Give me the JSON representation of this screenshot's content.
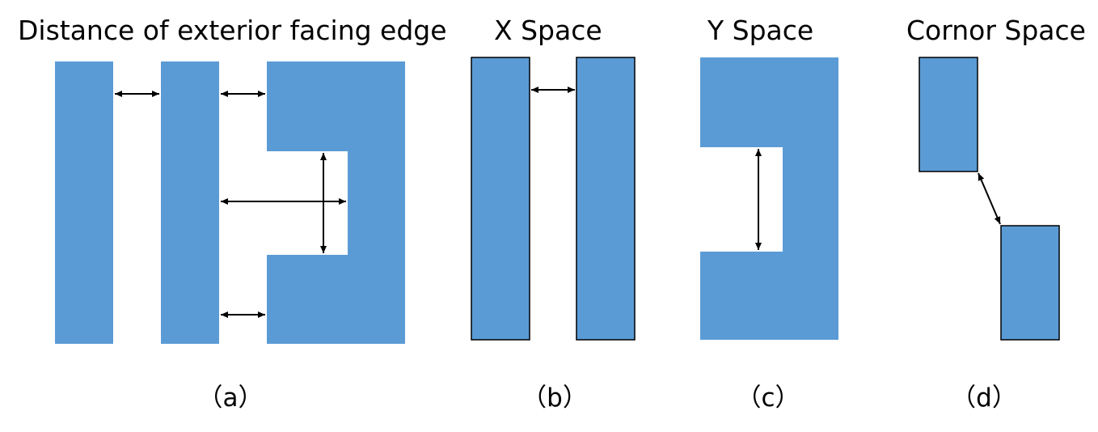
{
  "colors": {
    "shape_fill": "#5b9bd5",
    "outline": "#000000",
    "arrow": "#000000"
  },
  "panels": [
    {
      "title": "Distance of exterior facing edge",
      "caption": "（a）"
    },
    {
      "title": "X Space",
      "caption": "（b）"
    },
    {
      "title": "Y Space",
      "caption": "（c）"
    },
    {
      "title": "Cornor Space",
      "caption": "（d）"
    }
  ]
}
